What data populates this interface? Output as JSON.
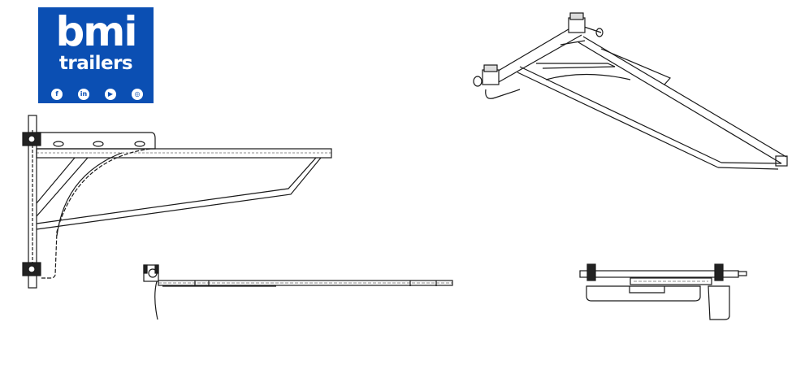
{
  "logo": {
    "brand": "bmi",
    "subtitle": "trailers",
    "background": "#0b4fb3",
    "social_icons": [
      {
        "name": "facebook-icon",
        "glyph": "f"
      },
      {
        "name": "linkedin-icon",
        "glyph": "in"
      },
      {
        "name": "youtube-icon",
        "glyph": "▶"
      },
      {
        "name": "instagram-icon",
        "glyph": "◎"
      }
    ]
  },
  "drawing": {
    "views": [
      {
        "name": "side-elevation-view",
        "label": ""
      },
      {
        "name": "isometric-view",
        "label": ""
      },
      {
        "name": "top-plan-view",
        "label": ""
      },
      {
        "name": "end-elevation-view",
        "label": ""
      }
    ],
    "line_color": "#1a1a1a"
  }
}
